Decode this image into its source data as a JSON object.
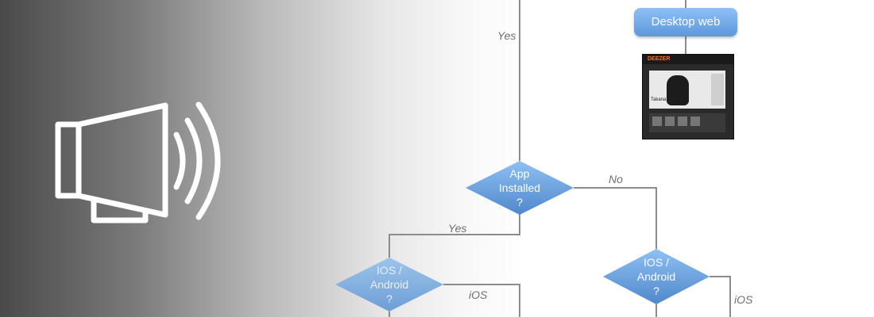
{
  "banner": {
    "icon": "megaphone-icon",
    "gradient_dark": "#4a4a4a",
    "gradient_light": "#ffffff"
  },
  "diagram": {
    "line_color": "#8c8c8c",
    "node_color": "#5e96d8",
    "nodes": {
      "desktop_web": "Desktop web",
      "app_installed": [
        "App",
        "Installed",
        "?"
      ],
      "os_left": [
        "IOS /",
        "Android",
        "?"
      ],
      "os_right": [
        "IOS /",
        "Android",
        "?"
      ]
    },
    "edge_labels": {
      "top_yes": "Yes",
      "installed_no": "No",
      "installed_yes": "Yes",
      "left_ios": "iOS",
      "right_ios": "iOS"
    },
    "screenshot": {
      "site_logo": "DEEZER",
      "caption": "Takana Zion"
    }
  }
}
